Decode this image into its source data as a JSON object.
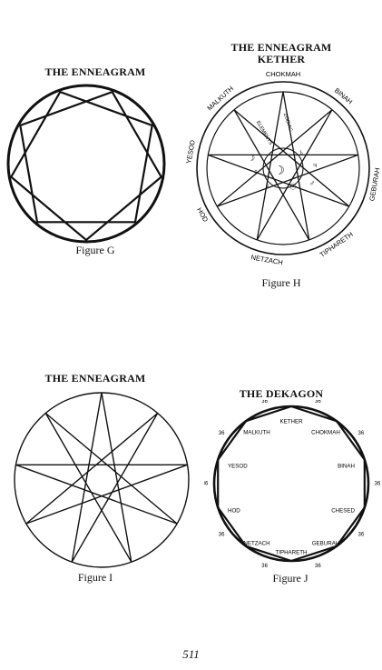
{
  "page": {
    "number": "511"
  },
  "figure_g": {
    "title": "THE ENNEAGRAM",
    "caption": "Figure G",
    "star_step": 2,
    "points": 9
  },
  "figure_h": {
    "title_line1": "THE ENNEAGRAM",
    "title_line2": "KETHER",
    "caption": "Figure H",
    "star_step": 4,
    "points": 9,
    "ring_labels": [
      {
        "text": "CHOKMAH",
        "angle": 0
      },
      {
        "text": "BINAH",
        "angle": 40
      },
      {
        "text": "GEBURAH",
        "angle": 100
      },
      {
        "text": "TIPHARETH",
        "angle": 145
      },
      {
        "text": "NETZACH",
        "angle": 190
      },
      {
        "text": "HOD",
        "angle": 240
      },
      {
        "text": "YESOD",
        "angle": 280
      },
      {
        "text": "MALKUTH",
        "angle": 318
      }
    ],
    "inner_labels": [
      "ELEMENTS",
      "ZODIAC"
    ],
    "planet_symbols": [
      "♃",
      "♂",
      "☉",
      "♀",
      "☿",
      "☽",
      "♄",
      "☽"
    ]
  },
  "figure_i": {
    "title": "THE ENNEAGRAM",
    "caption": "Figure I",
    "star_step": 4,
    "points": 9
  },
  "figure_j": {
    "title": "THE DEKAGON",
    "caption": "Figure J",
    "edge_value": "36",
    "points": 10,
    "node_labels": [
      "KETHER",
      "MALKUTH",
      "CHOKMAH",
      "YESOD",
      "BINAH",
      "HOD",
      "CHESED",
      "NETZACH",
      "GEBURAH",
      "TIPHARETH"
    ]
  }
}
